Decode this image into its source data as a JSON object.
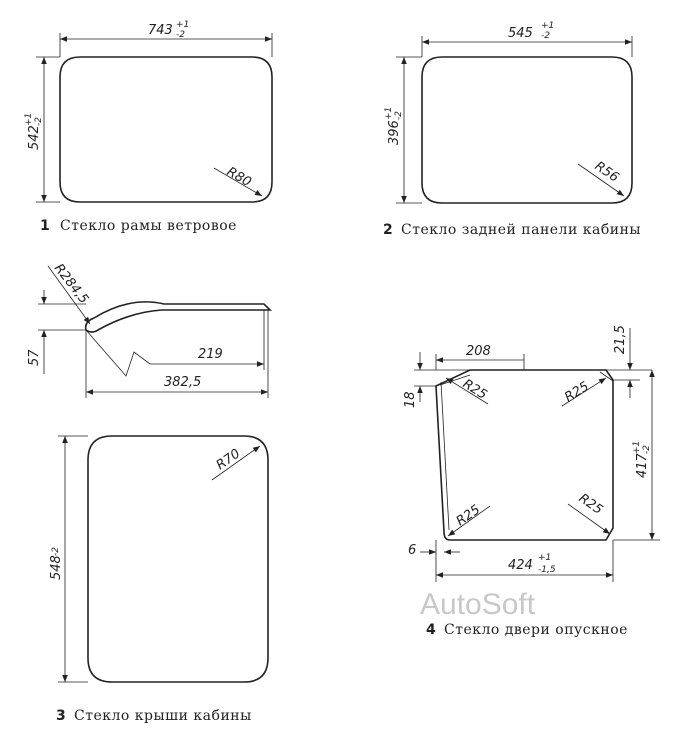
{
  "parts": [
    {
      "id": "windshield",
      "number": "1",
      "caption": "Стекло рамы ветровое",
      "width": "743",
      "width_tol_upper": "+1",
      "width_tol_lower": "-2",
      "height": "542",
      "height_tol_upper": "+1",
      "height_tol_lower": "-2",
      "radius": "R80"
    },
    {
      "id": "rear-panel",
      "number": "2",
      "caption": "Стекло задней панели кабины",
      "width": "545",
      "width_tol_upper": "+1",
      "width_tol_lower": "-2",
      "height": "396",
      "height_tol_upper": "+1",
      "height_tol_lower": "-2",
      "radius": "R56"
    },
    {
      "id": "roof",
      "number": "3",
      "caption": "Стекло крыши кабины",
      "height": "548",
      "height_tol": "-2",
      "radius": "R70",
      "profile_radius": "R284,5",
      "profile_height": "57",
      "profile_length_inner": "219",
      "profile_length_total": "382,5"
    },
    {
      "id": "door",
      "number": "4",
      "caption": "Стекло двери опускное",
      "top_offset": "208",
      "corner_chamfer": "18",
      "top_gap": "21,5",
      "height": "417",
      "height_tol_upper": "+1",
      "height_tol_lower": "-2",
      "width": "424",
      "width_tol_upper": "+1",
      "width_tol_lower": "-1,5",
      "bottom_offset": "6",
      "radius_top_left": "R25",
      "radius_top_right": "R25",
      "radius_bottom_left": "R25",
      "radius_bottom_right": "R25"
    }
  ],
  "watermark": "AutoSoft"
}
